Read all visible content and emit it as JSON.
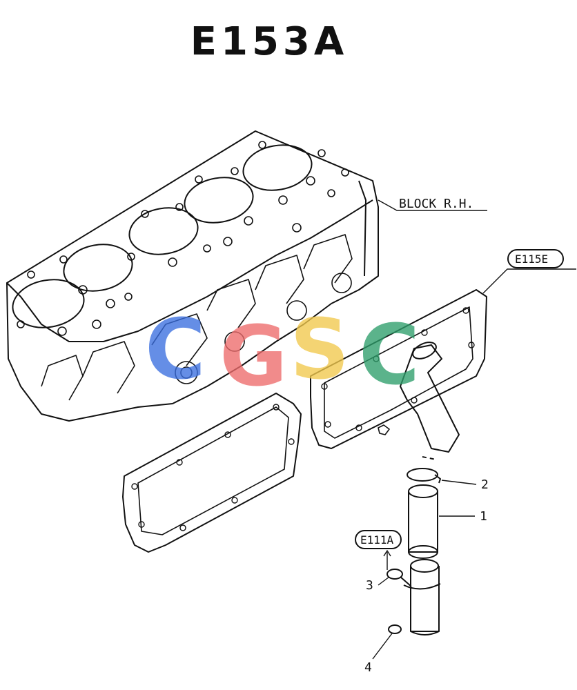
{
  "title": "E153A",
  "labels": {
    "block": "BLOCK R.H.",
    "ref_upper": "E115E",
    "ref_lower": "E111A"
  },
  "callouts": [
    "1",
    "2",
    "3",
    "4"
  ],
  "watermark": {
    "letters": [
      "C",
      "G",
      "S",
      "C"
    ],
    "colors": [
      "#3b6fe0",
      "#ee6b6b",
      "#f2c94c",
      "#2e9e6b"
    ]
  }
}
